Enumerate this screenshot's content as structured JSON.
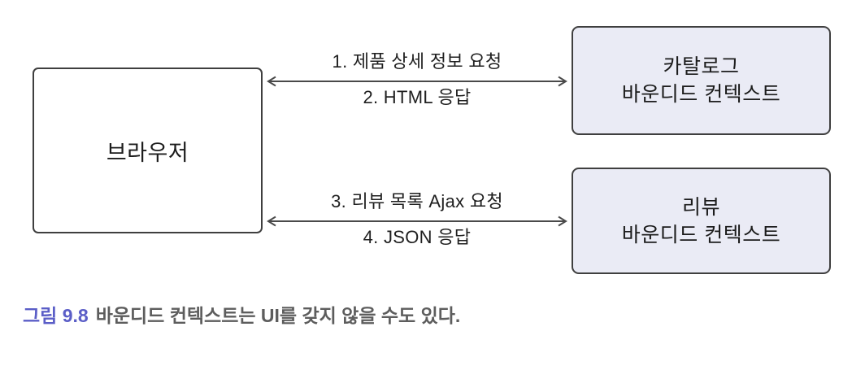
{
  "diagram": {
    "browser_box": {
      "label": "브라우저"
    },
    "catalog_box": {
      "line1": "카탈로그",
      "line2": "바운디드 컨텍스트"
    },
    "review_box": {
      "line1": "리뷰",
      "line2": "바운디드 컨텍스트"
    },
    "arrow1": {
      "top_label": "1. 제품 상세 정보 요청",
      "bottom_label": "2. HTML 응답"
    },
    "arrow2": {
      "top_label": "3. 리뷰 목록 Ajax 요청",
      "bottom_label": "4. JSON 응답"
    }
  },
  "caption": {
    "figure_label": "그림 9.8",
    "text": "바운디드 컨텍스트는 UI를 갖지 않을 수도 있다."
  },
  "colors": {
    "box_fill": "#eaebf5",
    "box_border": "#3f3f3f",
    "arrow": "#4a4a4a",
    "figure_label": "#5b5ec7",
    "caption_text": "#5d5d5d",
    "box_text": "#1c1c1c"
  }
}
